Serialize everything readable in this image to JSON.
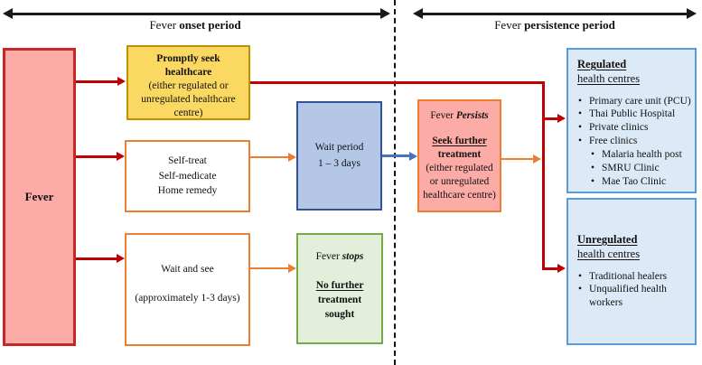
{
  "colors": {
    "red_arrow": "#C00000",
    "orange_arrow": "#ED7D31",
    "blue_arrow": "#4472C4",
    "fever_fill": "#FCABA6",
    "fever_border": "#C62828",
    "yellow_fill": "#FAD862",
    "yellow_border": "#BF9000",
    "wait_fill": "#B4C7E7",
    "wait_border": "#2F5597",
    "stops_fill": "#E3EFDA",
    "stops_border": "#70AD47",
    "right_fill": "#DCE9F7",
    "right_border": "#5B9BD5"
  },
  "timeline": {
    "onset": {
      "normal": "Fever ",
      "bold": "onset period"
    },
    "persistence": {
      "normal": "Fever ",
      "bold": "persistence period"
    }
  },
  "boxes": {
    "fever": {
      "label": "Fever"
    },
    "promptly": {
      "title": "Promptly seek healthcare",
      "subtitle": "(either regulated or unregulated healthcare centre)"
    },
    "self_treat": {
      "lines": [
        "Self-treat",
        "Self-medicate",
        "Home remedy"
      ]
    },
    "wait_and_see": {
      "line1": "Wait and see",
      "line2": "(approximately 1-3 days)"
    },
    "wait_period": {
      "line1": "Wait period",
      "line2": "1 – 3 days"
    },
    "fever_stops": {
      "lead": "Fever ",
      "lead_em": "stops",
      "underlined": "No further",
      "rest": " treatment sought"
    },
    "fever_persists": {
      "lead": "Fever ",
      "lead_em": "Persists",
      "underlined": "Seek further",
      "rest": " treatment",
      "subtitle": "(either regulated or unregulated healthcare centre)"
    },
    "regulated": {
      "title": "Regulated",
      "title2": "health centres",
      "items": [
        "Primary care unit (PCU)",
        "Thai Public Hospital",
        "Private clinics",
        "Free clinics"
      ],
      "subitems": [
        "Malaria health post",
        "SMRU Clinic",
        "Mae Tao Clinic"
      ]
    },
    "unregulated": {
      "title": "Unregulated",
      "title2": "health centres",
      "items": [
        "Traditional healers",
        "Unqualified health workers"
      ]
    }
  }
}
